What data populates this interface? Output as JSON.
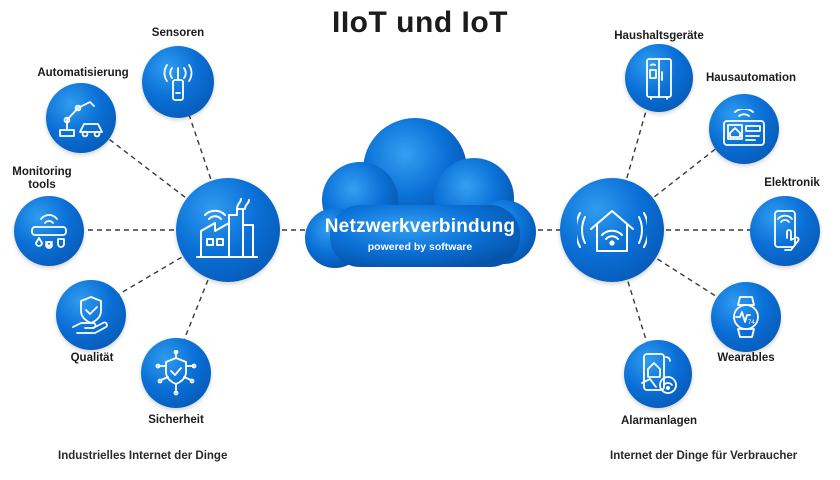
{
  "title": "IIoT und IoT",
  "center": {
    "title": "Netzwerkverbindung",
    "subtitle": "powered by software"
  },
  "left_nodes": [
    {
      "id": "sensoren",
      "label": "Sensoren",
      "icon": "sensor-icon"
    },
    {
      "id": "automatisierung",
      "label": "Automatisierung",
      "icon": "robot-arm-icon"
    },
    {
      "id": "monitoring",
      "label": "Monitoring tools",
      "icon": "monitoring-icon"
    },
    {
      "id": "qualitaet",
      "label": "Qualität",
      "icon": "shield-hand-icon"
    },
    {
      "id": "sicherheit",
      "label": "Sicherheit",
      "icon": "security-shield-icon"
    }
  ],
  "right_nodes": [
    {
      "id": "haushaltsgeraete",
      "label": "Haushaltsgeräte",
      "icon": "fridge-icon"
    },
    {
      "id": "hausautomation",
      "label": "Hausautomation",
      "icon": "control-panel-icon"
    },
    {
      "id": "elektronik",
      "label": "Elektronik",
      "icon": "smartphone-icon"
    },
    {
      "id": "wearables",
      "label": "Wearables",
      "icon": "smartwatch-icon"
    },
    {
      "id": "alarmanlagen",
      "label": "Alarmanlagen",
      "icon": "alarm-phone-icon"
    }
  ],
  "hubs": {
    "left": {
      "icon": "factory-icon"
    },
    "right": {
      "icon": "smart-home-icon"
    }
  },
  "footers": {
    "left": "Industrielles Internet der Dinge",
    "right": "Internet der Dinge für Verbraucher"
  },
  "colors": {
    "node_blue": "#0a6fd6",
    "node_light": "#2f9cf0",
    "line": "#3a3a3a",
    "title": "#1c1c1c"
  }
}
